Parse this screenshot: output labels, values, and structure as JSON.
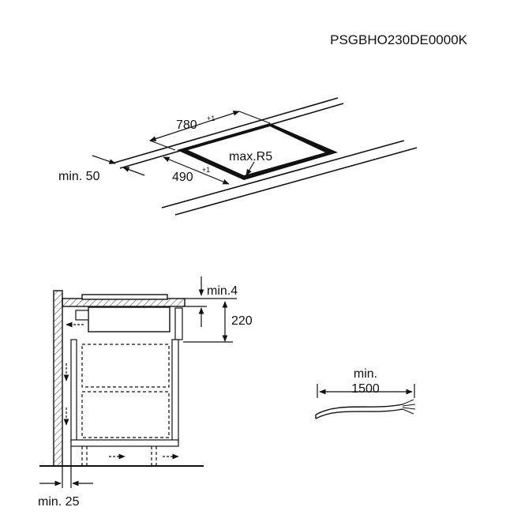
{
  "model_code": "PSGBHO230DE0000K",
  "cutout": {
    "width_value": "780",
    "width_tolerance": "+1",
    "depth_value": "490",
    "depth_tolerance": "+1",
    "corner_radius": "max.R5",
    "edge_distance": "min. 50"
  },
  "section": {
    "top_gap": "min.4",
    "unit_height": "220",
    "wall_gap": "min. 25"
  },
  "cable": {
    "label_line1": "min.",
    "label_line2": "1500"
  }
}
